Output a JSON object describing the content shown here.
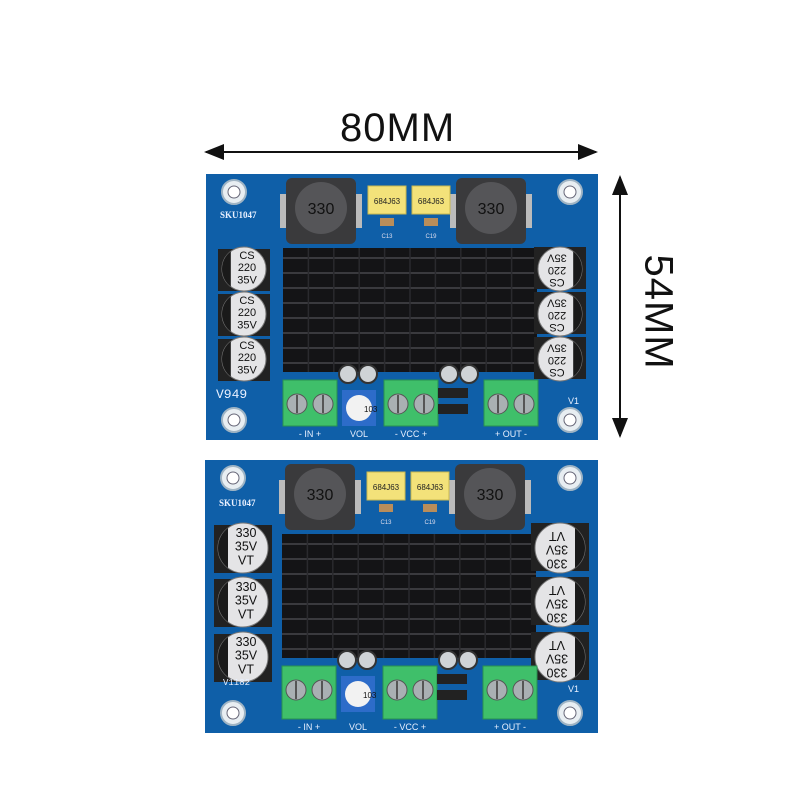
{
  "dimensions": {
    "width_label": "80MM",
    "height_label": "54MM"
  },
  "colors": {
    "pcb": "#0f5fa8",
    "heatsink": "#141416",
    "terminal": "#3fbf6a",
    "film_cap": "#f3e27a",
    "pot": "#2d6cc9"
  },
  "boards": [
    {
      "sku": "SKU1047",
      "version": "V949",
      "corner_mark": "V1",
      "inductor_labels": [
        "330",
        "330"
      ],
      "film_caps": [
        "684J63",
        "684J63"
      ],
      "smd_labels": [
        "C13",
        "C19"
      ],
      "left_caps": [
        "CS\n220\n35V",
        "CS\n220\n35V",
        "CS\n220\n35V"
      ],
      "right_caps": [
        "CS\n220\n35V",
        "CS\n220\n35V",
        "CS\n220\n35V"
      ],
      "pot_label": "103",
      "terminal_labels": [
        "-  IN  +",
        "VOL",
        "-  VCC  +",
        "+  OUT  -"
      ]
    },
    {
      "sku": "SKU1047",
      "version": "V1182",
      "corner_mark": "V1",
      "inductor_labels": [
        "330",
        "330"
      ],
      "film_caps": [
        "684J63",
        "684J63"
      ],
      "smd_labels": [
        "C13",
        "C19"
      ],
      "left_caps": [
        "330\n35V\nVT",
        "330\n35V\nVT",
        "330\n35V\nVT"
      ],
      "right_caps": [
        "330\n35V\nVT",
        "330\n35V\nVT",
        "330\n35V\nVT"
      ],
      "pot_label": "103",
      "terminal_labels": [
        "-  IN  +",
        "VOL",
        "-  VCC  +",
        "+  OUT  -"
      ]
    }
  ]
}
